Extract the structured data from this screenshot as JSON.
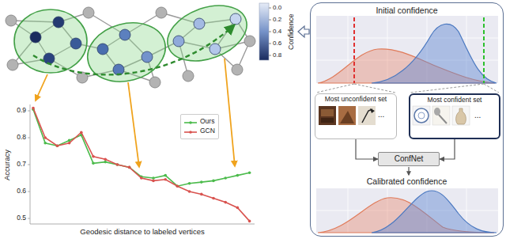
{
  "diagram": {
    "nodes": [
      {
        "text": [
          "Initial confidence",
          "Calibrated confidence"
        ]
      },
      {
        "text": [
          "Most unconfident set",
          "..."
        ],
        "in": 0
      },
      {
        "text": [
          "Most confident set",
          "..."
        ],
        "in": 0
      },
      {
        "text": [
          "ConfNet"
        ],
        "in": 0
      }
    ],
    "edges": [
      {
        "from": 1,
        "to": 3,
        "arrow": "to"
      },
      {
        "from": 2,
        "to": 3,
        "arrow": "to"
      }
    ],
    "labels": [
      "0.0",
      "0.2",
      "0.4",
      "0.6",
      "0.8",
      "Confidence",
      "0.9",
      "0.8",
      "0.7",
      "0.6",
      "0.5",
      "Accuracy",
      "Geodesic distance to labeled vertices"
    ],
    "legend": [
      {
        "text": "Ours"
      },
      {
        "text": "GCN"
      }
    ]
  }
}
